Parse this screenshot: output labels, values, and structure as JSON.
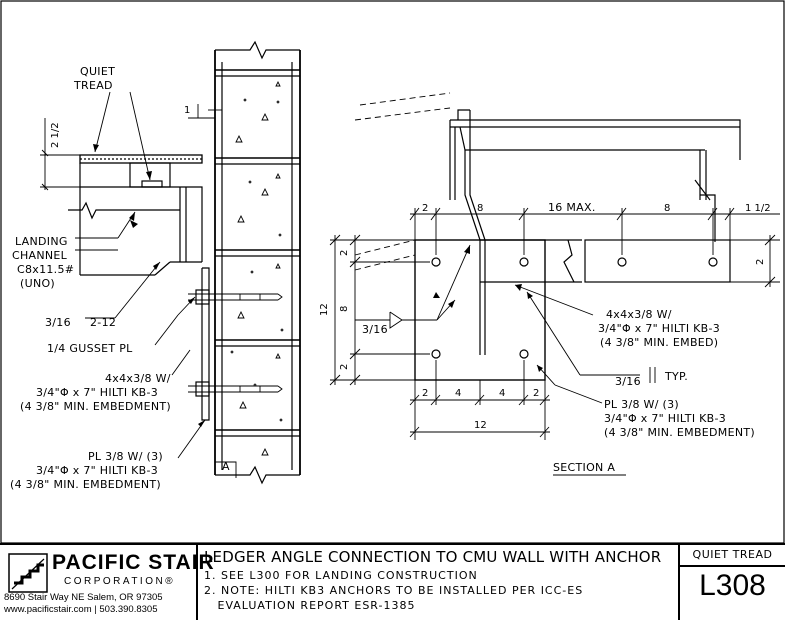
{
  "callouts": {
    "quiet_tread": [
      "QUIET",
      "TREAD"
    ],
    "dim_2_half": "2 1/2",
    "dim_1": "1",
    "landing_channel": [
      "LANDING",
      "CHANNEL",
      "C8x11.5#",
      "(UNO)"
    ],
    "weld_left": [
      "3/16",
      "2-12"
    ],
    "gusset": "1/4 GUSSET PL",
    "angle_left": [
      "4x4x3/8 W/",
      "3/4\"Φ x 7\" HILTI KB-3",
      "(4 3/8\" MIN. EMBEDMENT)"
    ],
    "plate_left": [
      "PL 3/8 W/ (3)",
      "3/4\"Φ x 7\" HILTI KB-3",
      "(4 3/8\" MIN. EMBEDMENT)"
    ],
    "section_marker": "A"
  },
  "section_a": {
    "top_dims": [
      "2",
      "8",
      "16 MAX.",
      "8",
      "1 1/2"
    ],
    "right_dim": "2",
    "left_dims": [
      "2",
      "8",
      "2"
    ],
    "overall_height": "12",
    "bottom_dims": [
      "2",
      "4",
      "4",
      "2"
    ],
    "overall_width": "12",
    "weld_inner": "3/16",
    "angle_note": [
      "4x4x3/8 W/",
      "3/4\"Φ x 7\" HILTI KB-3",
      "(4 3/8\" MIN. EMBED)"
    ],
    "weld_typ": [
      "3/16",
      "TYP."
    ],
    "plate_note": [
      "PL 3/8 W/ (3)",
      "3/4\"Φ x 7\" HILTI KB-3",
      "(4 3/8\" MIN. EMBEDMENT)"
    ],
    "label": "SECTION A"
  },
  "titleblock": {
    "company": "PACIFIC STAIR",
    "company_sub": "CORPORATION®",
    "address": "8690 Stair Way NE Salem, OR 97305",
    "contact": "www.pacificstair.com  |  503.390.8305",
    "title": "LEDGER ANGLE CONNECTION TO CMU WALL WITH ANCHOR",
    "notes": [
      "1. SEE L300 FOR LANDING CONSTRUCTION",
      "2. NOTE: HILTI KB3 ANCHORS TO BE INSTALLED PER ICC-ES",
      "   EVALUATION REPORT ESR-1385"
    ],
    "product": "QUIET TREAD",
    "sheet": "L308"
  }
}
